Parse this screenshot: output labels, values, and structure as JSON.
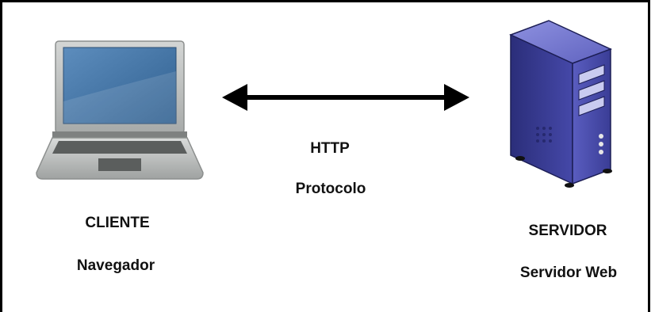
{
  "client": {
    "title": "CLIENTE",
    "subtitle": "Navegador",
    "icon": "laptop-icon"
  },
  "protocol": {
    "name": "HTTP",
    "label": "Protocolo",
    "arrow": "double-headed-arrow"
  },
  "server": {
    "title": "SERVIDOR",
    "subtitle": "Servidor Web",
    "icon": "server-tower-icon"
  },
  "colors": {
    "frame": "#000000",
    "arrow": "#000000",
    "text": "#111111",
    "laptop_screen": "#3f6fa0",
    "laptop_body": "#b9bcbb",
    "server_body": "#3c3f99"
  }
}
